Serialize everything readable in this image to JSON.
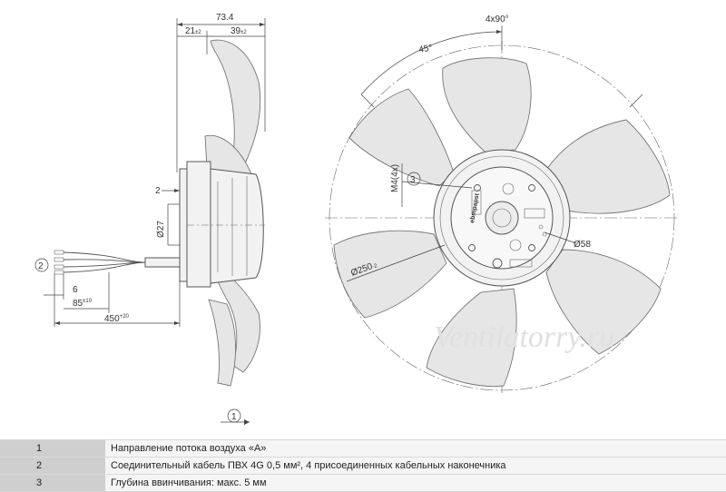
{
  "side_view": {
    "dim_total": "73.4",
    "dim_hub": "21",
    "dim_hub_tol": "±2",
    "dim_blade": "39",
    "dim_blade_tol": "±2",
    "dim_flange": "2",
    "dim_shaft_dia": "Ø27",
    "dim_cable_strip": "6",
    "dim_cable_end": "85",
    "dim_cable_end_tol": "±10",
    "dim_cable_len": "450",
    "dim_cable_len_tol": "+20",
    "marker_cable": "2",
    "marker_flow": "1"
  },
  "front_view": {
    "dim_angle_pattern": "4x90°",
    "dim_angle": "45°",
    "dim_thread": "M4(4x)",
    "marker_depth": "3",
    "dim_center_dia": "Ø58",
    "dim_outer_dia": "Ø250",
    "dim_outer_dia_tol": "-2",
    "logo": "ebmpapst"
  },
  "watermark": "Ventilatorry.ru",
  "legend": [
    {
      "num": "1",
      "text": "Направление потока воздуха «A»"
    },
    {
      "num": "2",
      "text": "Соединительный кабель ПВХ 4G 0,5 мм², 4 присоединенных кабельных наконечника"
    },
    {
      "num": "3",
      "text": "Глубина ввинчивания: макс. 5 мм"
    }
  ]
}
